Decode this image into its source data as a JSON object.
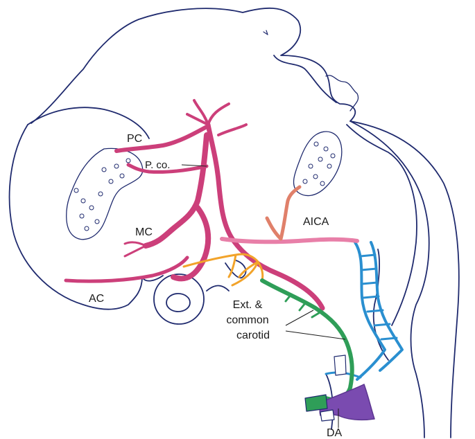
{
  "labels": {
    "pc": "PC",
    "pco": "P. co.",
    "mc": "MC",
    "ac": "AC",
    "aica": "AICA",
    "carotid_line1": "Ext. &",
    "carotid_line2": "common",
    "carotid_line3": "carotid",
    "da": "DA"
  },
  "colors": {
    "outline": "#1f2a6e",
    "artery_main": "#cc3f7a",
    "artery_light": "#e87fa8",
    "external_carotid": "#f2a32a",
    "common_carotid": "#2f9e58",
    "vertebral_blue": "#2a8fd0",
    "dorsal_aorta": "#7a4bb0",
    "aica_branch": "#e0806a"
  }
}
